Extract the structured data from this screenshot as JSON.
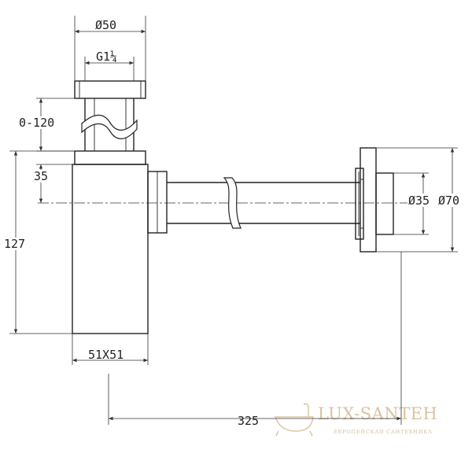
{
  "dimensions": {
    "inlet_diameter": "Ø50",
    "thread": "G1¼",
    "height_range": "0-120",
    "offset": "35",
    "overall_height": "127",
    "body_section": "51X51",
    "wall_tube": "Ø35",
    "wall_flange": "Ø70",
    "depth": "325"
  },
  "watermark": {
    "brand": "LUX-SANTEH",
    "tagline": "ЕВРОПЕЙСКАЯ САНТЕХНИКА",
    "color": "#d9c3a0"
  }
}
